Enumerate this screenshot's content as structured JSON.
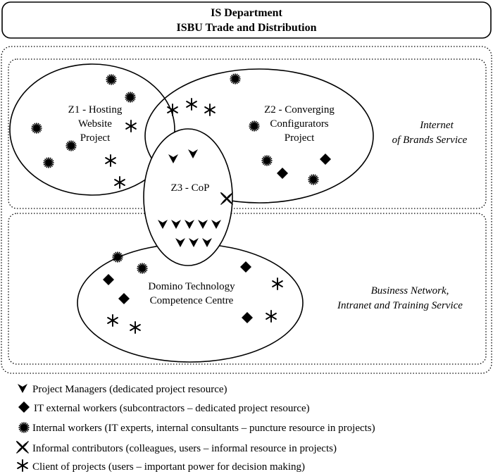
{
  "header": {
    "line1": "IS Department",
    "line2": "ISBU Trade and Distribution"
  },
  "zones": {
    "z1": [
      "Z1 - Hosting",
      "Website",
      "Project"
    ],
    "z2": [
      "Z2 - Converging",
      "Configurators",
      "Project"
    ],
    "z3": [
      "Z3 - CoP"
    ],
    "domino": [
      "Domino Technology",
      "Competence Centre"
    ]
  },
  "service_labels": {
    "internet": [
      "Internet",
      "of Brands Service"
    ],
    "business": [
      "Business Network,",
      "Intranet and Training Service"
    ]
  },
  "legend": [
    {
      "icon": "chevron-icon",
      "text": "Project Managers (dedicated project resource)"
    },
    {
      "icon": "diamond-icon",
      "text": "IT external workers (subcontractors – dedicated project resource)"
    },
    {
      "icon": "gear-burst-icon",
      "text": "Internal workers (IT experts, internal consultants – puncture resource in projects)"
    },
    {
      "icon": "petal-cross-icon",
      "text": "Informal contributors (colleagues, users – informal resource in projects)"
    },
    {
      "icon": "asterisk-icon",
      "text": "Client of projects (users – important power for decision making)"
    }
  ]
}
